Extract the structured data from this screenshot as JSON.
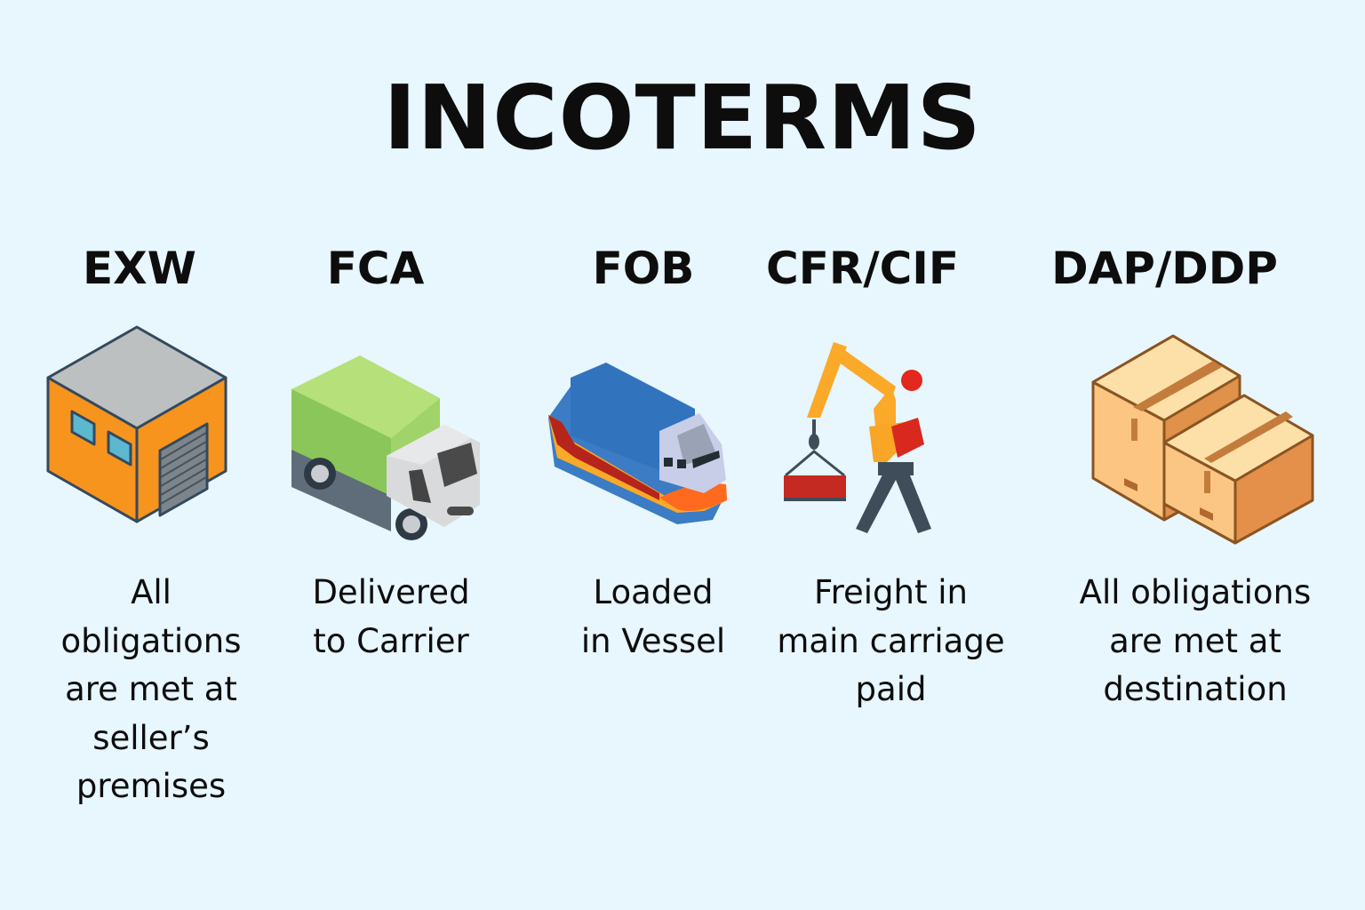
{
  "title": "INCOTERMS",
  "background_color": "#e8f6fd",
  "terms": [
    {
      "code": "EXW",
      "icon": "warehouse-icon",
      "description": "All\nobligations\nare met at\nseller’s\npremises"
    },
    {
      "code": "FCA",
      "icon": "truck-icon",
      "description": "Delivered\nto Carrier"
    },
    {
      "code": "FOB",
      "icon": "ship-icon",
      "description": "Loaded\nin Vessel"
    },
    {
      "code": "CFR/CIF",
      "icon": "crane-icon",
      "description": "Freight in\nmain carriage\npaid"
    },
    {
      "code": "DAP/DDP",
      "icon": "boxes-icon",
      "description": "All obligations\nare met at\ndestination"
    }
  ]
}
